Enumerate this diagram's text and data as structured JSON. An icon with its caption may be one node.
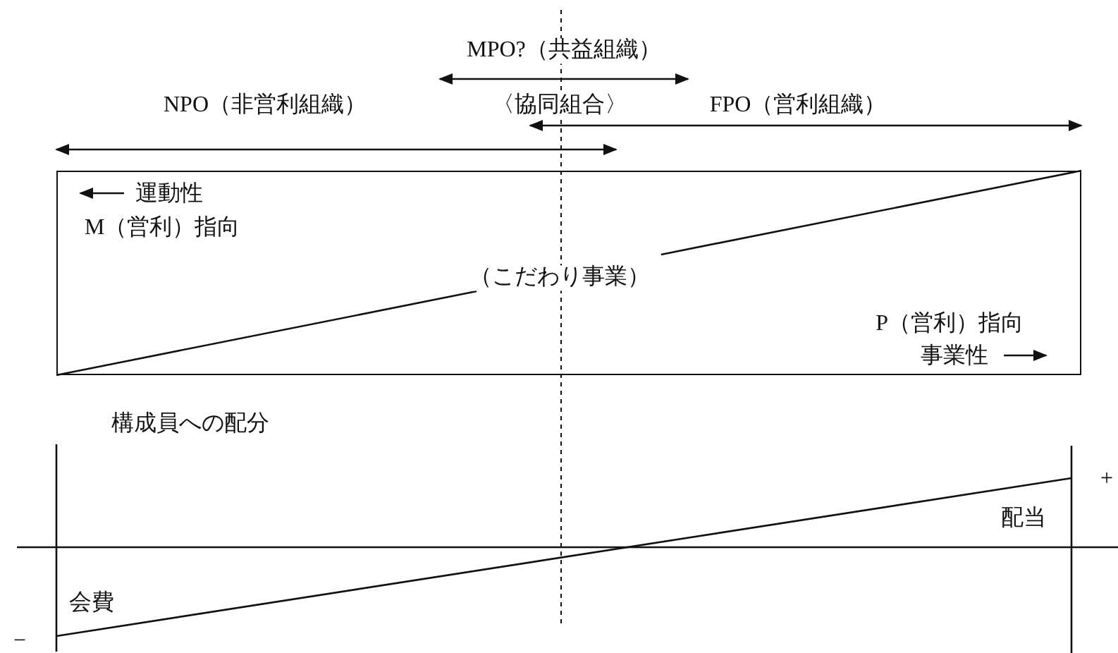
{
  "diagram": {
    "nodes": [
      {
        "text": [
          "運動性",
          "M（営利）指向",
          "（こだわり事業）",
          "P（営利）指向",
          "事業性"
        ]
      }
    ],
    "labels": [
      "MPO?（共益組織）",
      "NPO（非営利組織）",
      "〈協同組合〉",
      "FPO（営利組織）",
      "構成員への配分",
      "+",
      "配当",
      "会費",
      "−"
    ]
  }
}
